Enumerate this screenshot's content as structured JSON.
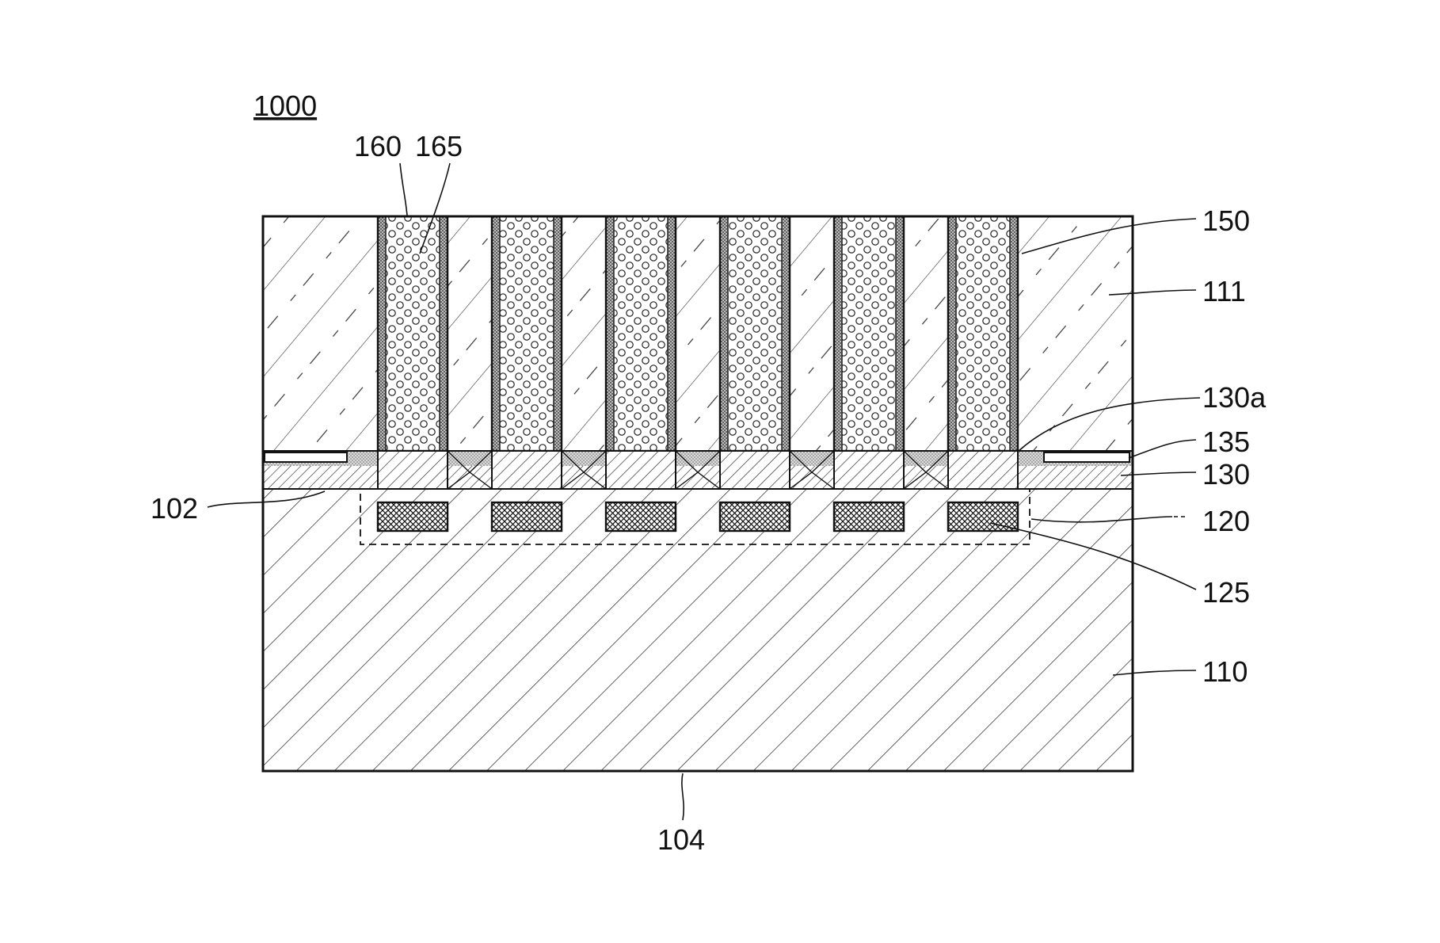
{
  "figure": {
    "reference": "1000"
  },
  "labels": {
    "l160": "160",
    "l165": "165",
    "l150": "150",
    "l111": "111",
    "l130a": "130a",
    "l135": "135",
    "l130": "130",
    "l120": "120",
    "l125": "125",
    "l110": "110",
    "l102": "102",
    "l104": "104"
  },
  "structure": {
    "via_count": 6,
    "pad_count": 6
  }
}
